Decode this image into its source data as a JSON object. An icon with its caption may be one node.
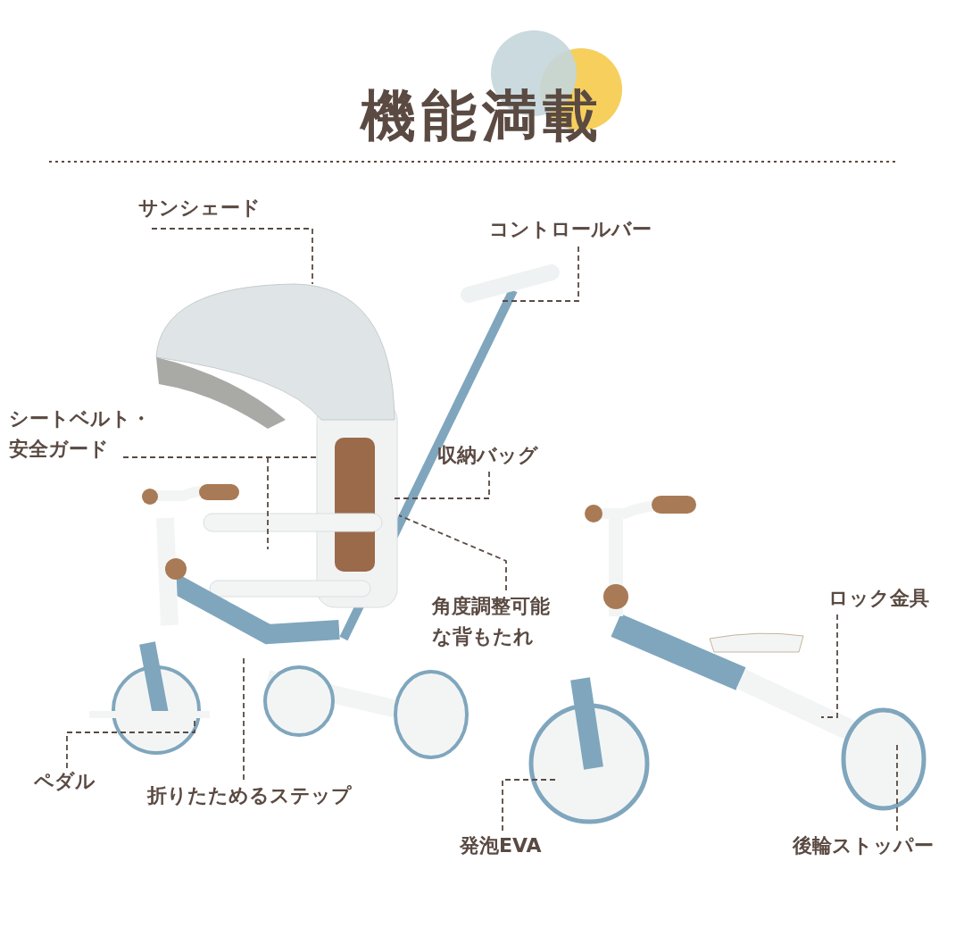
{
  "diagram": {
    "title": "機能満載",
    "nodes": [
      {
        "text": [
          "サンシェード"
        ]
      },
      {
        "text": [
          "コントロールバー"
        ]
      },
      {
        "text": [
          "シートベルト・安全ガード"
        ]
      },
      {
        "text": [
          "収納バッグ"
        ]
      },
      {
        "text": [
          "角度調整可能な背もたれ"
        ]
      },
      {
        "text": [
          "ロック金具"
        ]
      },
      {
        "text": [
          "ペダル"
        ]
      },
      {
        "text": [
          "折りたためるステップ"
        ]
      },
      {
        "text": [
          "発泡EVA"
        ]
      },
      {
        "text": [
          "後輪ストッパー"
        ]
      }
    ],
    "edges": [
      {
        "from": 0,
        "to": null,
        "arrow": "none",
        "style": "dashed"
      },
      {
        "from": 1,
        "to": null,
        "arrow": "none",
        "style": "dashed"
      },
      {
        "from": 2,
        "to": null,
        "arrow": "none",
        "style": "dashed"
      },
      {
        "from": 3,
        "to": null,
        "arrow": "none",
        "style": "dashed"
      },
      {
        "from": 4,
        "to": null,
        "arrow": "none",
        "style": "dashed"
      },
      {
        "from": 5,
        "to": null,
        "arrow": "none",
        "style": "dashed"
      },
      {
        "from": 6,
        "to": null,
        "arrow": "none",
        "style": "dashed"
      },
      {
        "from": 7,
        "to": null,
        "arrow": "none",
        "style": "dashed"
      },
      {
        "from": 8,
        "to": null,
        "arrow": "none",
        "style": "dashed"
      },
      {
        "from": 9,
        "to": null,
        "arrow": "none",
        "style": "dashed"
      }
    ]
  }
}
